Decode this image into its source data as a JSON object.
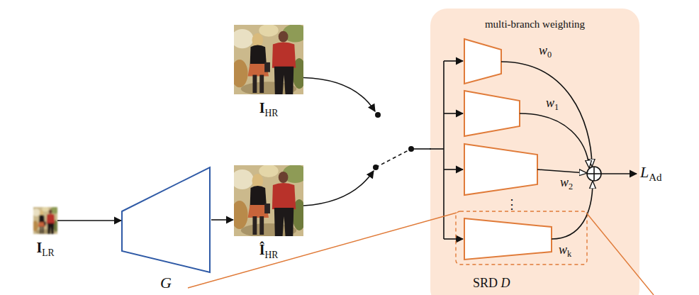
{
  "diagram": {
    "nodes": [
      {
        "text": [
          "ILR"
        ]
      },
      {
        "text": [
          "G"
        ]
      },
      {
        "text": [
          "IHR"
        ]
      },
      {
        "text": [
          "ÎHR"
        ]
      },
      {
        "text": [
          "multi-branch weighting",
          "SRD D"
        ]
      }
    ],
    "edges": [
      {
        "from": 0,
        "to": 1,
        "arrow": "to"
      },
      {
        "from": 1,
        "to": 3,
        "arrow": "to"
      },
      {
        "from": 2,
        "to": 4,
        "arrow": "to"
      },
      {
        "from": 3,
        "to": 4,
        "arrow": "to"
      }
    ],
    "labels": [
      "w0",
      "w1",
      "w2",
      "⋮",
      "wk",
      "LAd"
    ]
  }
}
